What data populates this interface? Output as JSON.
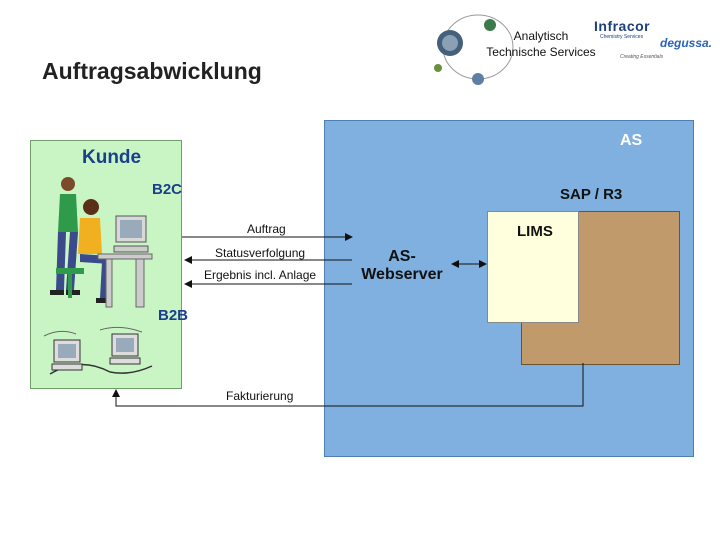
{
  "title": "Auftragsabwicklung",
  "branding": {
    "service_line1": "Analytisch",
    "service_line2": "Technische Services",
    "infracor": "Infracor",
    "infracor_sub": "Chemistry Services",
    "degussa": "degussa.",
    "degussa_sub": "Creating Essentials"
  },
  "diagram": {
    "as_label": "AS",
    "sap_label": "SAP / R3",
    "lims_label": "LIMS",
    "kunde_label": "Kunde",
    "b2c_label": "B2C",
    "b2b_label": "B2B",
    "webserver_line1": "AS-",
    "webserver_line2": "Webserver",
    "flows": {
      "auftrag": "Auftrag",
      "status": "Statusverfolgung",
      "ergebnis": "Ergebnis incl. Anlage",
      "faktur": "Fakturierung"
    }
  },
  "colors": {
    "as_blue": "#7fb0e0",
    "sap_brown": "#c19a6b",
    "lims_yellow": "#ffffdd",
    "kunde_green": "#c9f5c4",
    "label_blue": "#1b3f8c"
  }
}
